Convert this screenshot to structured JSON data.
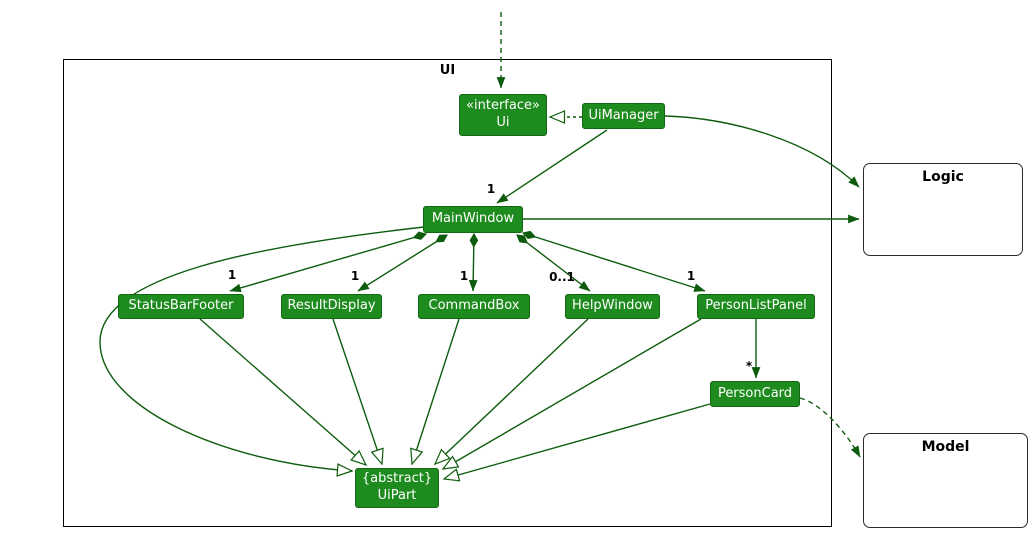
{
  "packages": {
    "frame": "UI",
    "logic": "Logic",
    "model": "Model"
  },
  "classes": {
    "ui_stereotype": "«interface»",
    "ui_name": "Ui",
    "uimanager": "UiManager",
    "mainwindow": "MainWindow",
    "statusbarfooter": "StatusBarFooter",
    "resultdisplay": "ResultDisplay",
    "commandbox": "CommandBox",
    "helpwindow": "HelpWindow",
    "personlistpanel": "PersonListPanel",
    "personcard": "PersonCard",
    "uipart_modifier": "{abstract}",
    "uipart_name": "UiPart"
  },
  "multiplicities": {
    "uimanager_mainwindow": "1",
    "mainwindow_statusbarfooter": "1",
    "mainwindow_resultdisplay": "1",
    "mainwindow_commandbox": "1",
    "mainwindow_helpwindow": "0..1",
    "mainwindow_personlistpanel": "1",
    "personlistpanel_personcard": "*"
  },
  "colors": {
    "class_fill": "#1e8b1e",
    "class_border": "#136613",
    "class_text": "#ffffff",
    "edge": "#0d5c0d",
    "frame_border": "#000000",
    "external_box_fill": "#ffffff"
  }
}
